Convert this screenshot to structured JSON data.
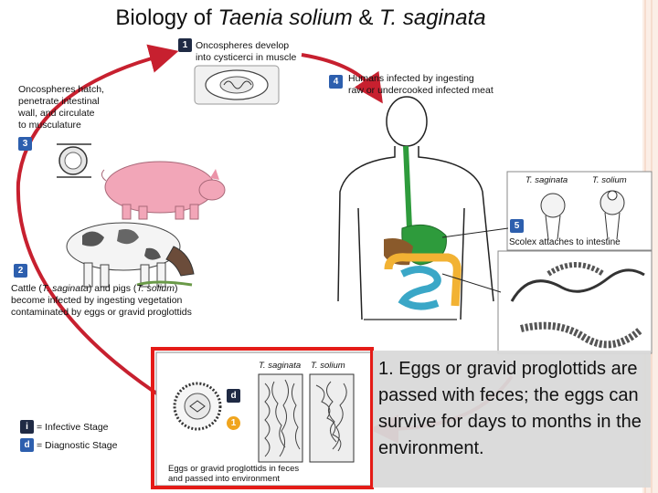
{
  "title": {
    "prefix": "Biology of ",
    "species1": "Taenia solium",
    "mid": " & ",
    "species2": "T. saginata"
  },
  "steps": {
    "step1": {
      "badge": "1",
      "text1": "Oncospheres develop",
      "text2": "into cysticerci in muscle"
    },
    "step2": {
      "badge": "2",
      "line1a": "Cattle (",
      "line1b": "T. saginata",
      "line1c": ") and pigs (",
      "line1d": "T. solium",
      "line1e": ")",
      "line2": "become infected by ingesting vegetation",
      "line3": "contaminated by eggs or gravid proglottids"
    },
    "step3": {
      "badge": "3",
      "text1": "Oncospheres hatch,",
      "text2": "penetrate intestinal",
      "text3": "wall, and circulate",
      "text4": "to musculature"
    },
    "step4": {
      "badge": "4",
      "text1": "Humans infected by ingesting",
      "text2": "raw or undercooked infected meat"
    },
    "step5": {
      "badge": "5",
      "text": "Scolex attaches to intestine",
      "scolex1": "T. saginata",
      "scolex2": "T. solium"
    }
  },
  "eggs_panel": {
    "col1": "T. saginata",
    "col2": "T. solium",
    "badge_d": "d",
    "badge_i": "1",
    "caption1": "Eggs or gravid proglottids in feces",
    "caption2": "and passed into environment"
  },
  "legend": {
    "infective_badge": "i",
    "infective": "= Infective Stage",
    "diagnostic_badge": "d",
    "diagnostic": "= Diagnostic Stage"
  },
  "callout": {
    "text": "1. Eggs or gravid proglottids are passed with feces; the eggs can survive for days to months in the environment."
  },
  "colors": {
    "arrow_red": "#c7202f",
    "highlight_red": "#e41b17",
    "badge_blue": "#2d5fae",
    "pig_pink": "#f2a6b8",
    "stomach_green": "#2e9b3c",
    "intestine_blue": "#3aa7c7",
    "intestine_yellow": "#f2b233",
    "callout_gray": "#d9d9d9"
  }
}
